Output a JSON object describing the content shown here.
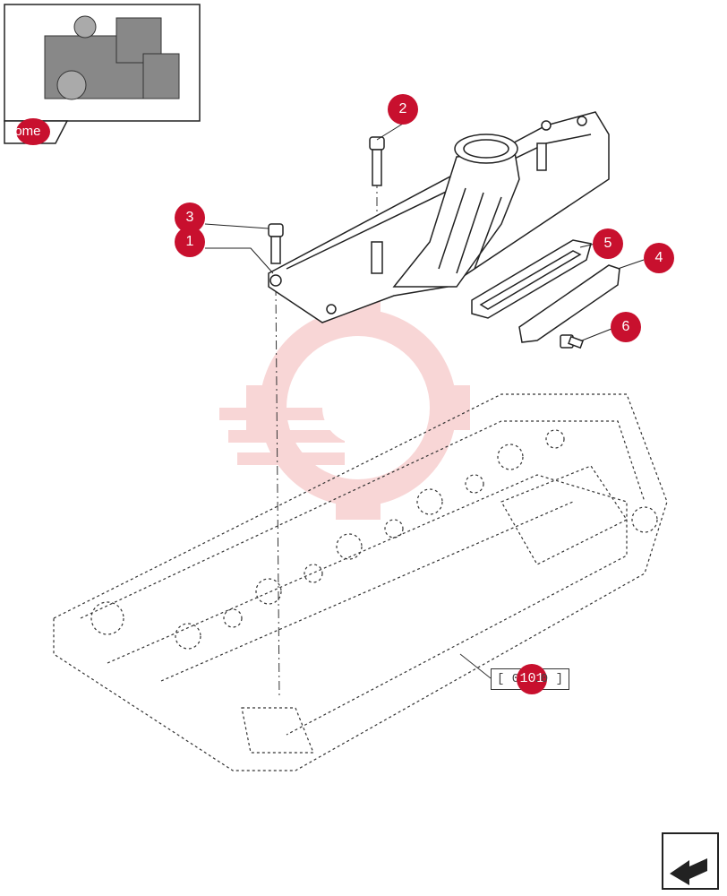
{
  "home": {
    "label": "home"
  },
  "callouts": [
    {
      "id": "1",
      "label": "1"
    },
    {
      "id": "2",
      "label": "2"
    },
    {
      "id": "3",
      "label": "3"
    },
    {
      "id": "4",
      "label": "4"
    },
    {
      "id": "5",
      "label": "5"
    },
    {
      "id": "6",
      "label": "6"
    }
  ],
  "reference": {
    "prefix": "[ 0.",
    "number": "101",
    "suffix": ".0 ]"
  },
  "colors": {
    "accent": "#c8102e",
    "line": "#222222",
    "watermark": "#f4b6b6"
  },
  "icons": {
    "thumbnail": "engine-thumbnail-icon",
    "next": "next-page-arrow-icon"
  }
}
